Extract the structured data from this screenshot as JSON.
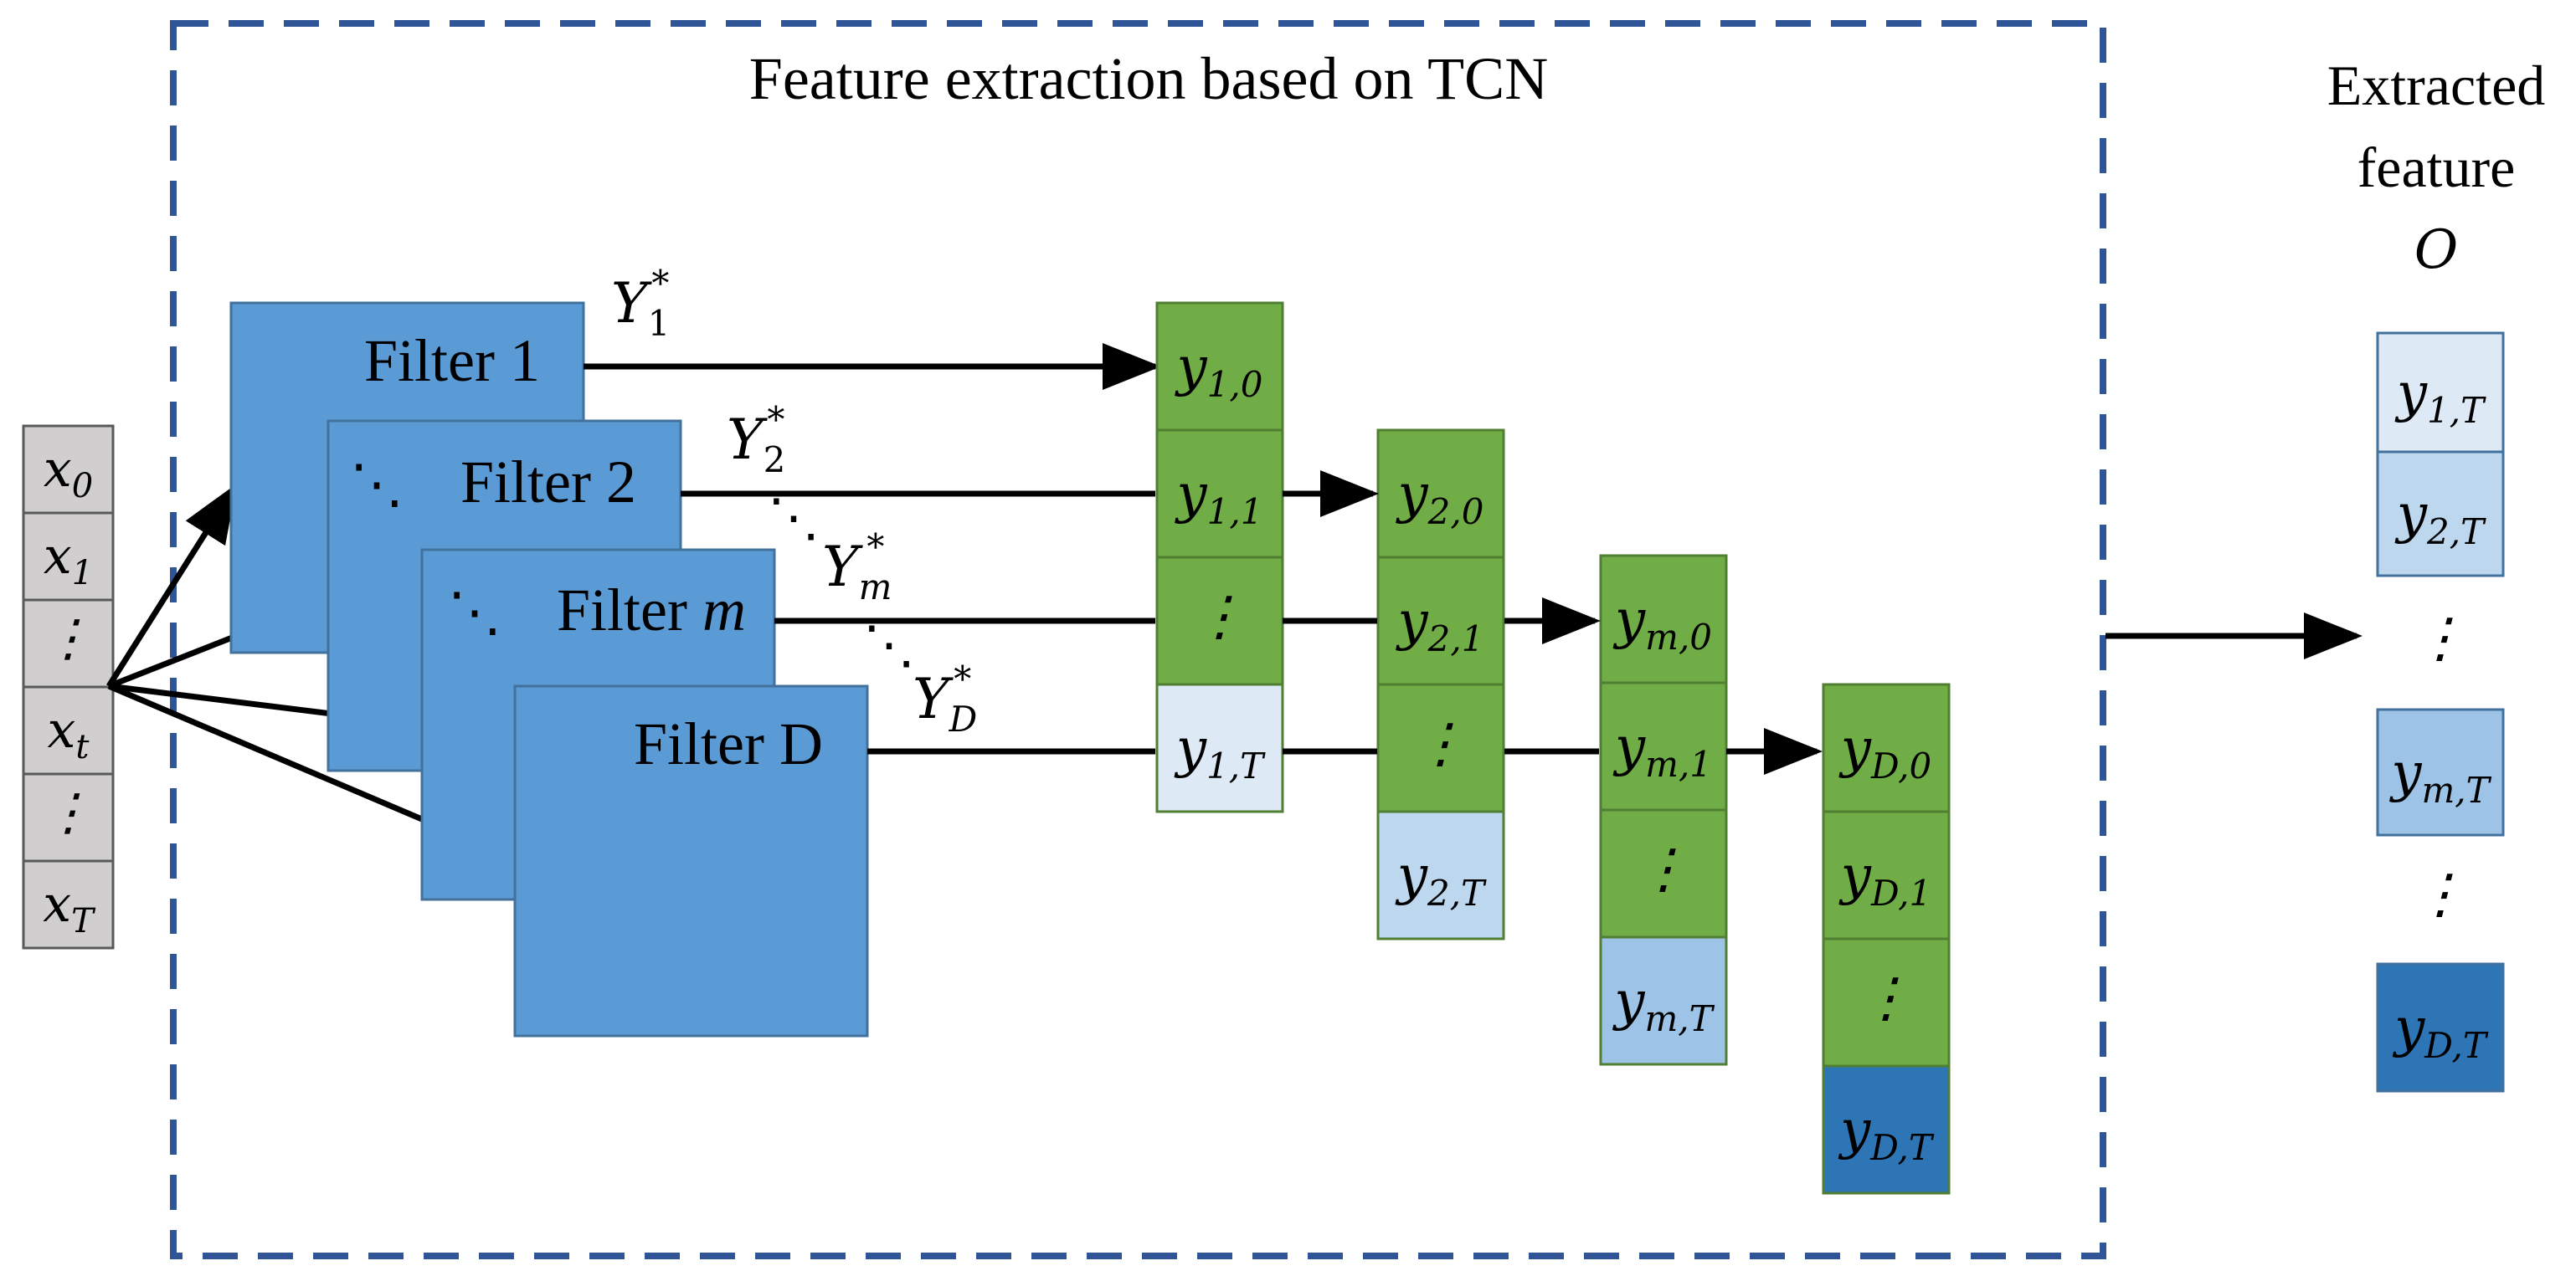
{
  "title": "Feature extraction based on TCN",
  "output": {
    "line1": "Extracted",
    "line2": "feature",
    "symbol": "O",
    "cells": [
      {
        "main": "y",
        "sub": "1,T",
        "color": "#ddeaf6"
      },
      {
        "main": "y",
        "sub": "2,T",
        "color": "#bdd7ee"
      },
      {
        "main": "⋮",
        "sub": ""
      },
      {
        "main": "y",
        "sub": "m,T",
        "color": "#9dc3e6"
      },
      {
        "main": "⋮",
        "sub": ""
      },
      {
        "main": "y",
        "sub": "D,T",
        "color": "#2e75b6"
      }
    ]
  },
  "inputs": [
    {
      "main": "x",
      "sub": "0"
    },
    {
      "main": "x",
      "sub": "1"
    },
    {
      "main": "⋮",
      "sub": ""
    },
    {
      "main": "x",
      "sub": "t"
    },
    {
      "main": "⋮",
      "sub": ""
    },
    {
      "main": "x",
      "sub": "T"
    }
  ],
  "filters": [
    {
      "label": "Filter 1",
      "out_main": "Y",
      "out_sub": "1",
      "out_sup": "*"
    },
    {
      "label": "Filter 2",
      "out_main": "Y",
      "out_sub": "2",
      "out_sup": "*"
    },
    {
      "label": "Filter",
      "label_var": "m",
      "out_main": "Y",
      "out_sub": "m",
      "out_sup": "*"
    },
    {
      "label": "Filter D",
      "out_main": "Y",
      "out_sub": "D",
      "out_sup": "*"
    }
  ],
  "dots": "⋱",
  "columns": [
    {
      "cells": [
        {
          "main": "y",
          "sub": "1,0"
        },
        {
          "main": "y",
          "sub": "1,1"
        },
        {
          "main": "⋮",
          "sub": ""
        },
        {
          "main": "y",
          "sub": "1,T"
        }
      ]
    },
    {
      "cells": [
        {
          "main": "y",
          "sub": "2,0"
        },
        {
          "main": "y",
          "sub": "2,1"
        },
        {
          "main": "⋮",
          "sub": ""
        },
        {
          "main": "y",
          "sub": "2,T"
        }
      ]
    },
    {
      "cells": [
        {
          "main": "y",
          "sub": "m,0"
        },
        {
          "main": "y",
          "sub": "m,1"
        },
        {
          "main": "⋮",
          "sub": ""
        },
        {
          "main": "y",
          "sub": "m,T"
        }
      ]
    },
    {
      "cells": [
        {
          "main": "y",
          "sub": "D,0"
        },
        {
          "main": "y",
          "sub": "D,1"
        },
        {
          "main": "⋮",
          "sub": ""
        },
        {
          "main": "y",
          "sub": "D,T"
        }
      ]
    }
  ],
  "colors": {
    "frame": "#2f5597",
    "filter_fill": "#5b9bd5",
    "filter_stroke": "#41719c",
    "green": "#70ad47",
    "green_stroke": "#507e32",
    "input_fill": "#d0cece",
    "col1_last": "#ddeaf6",
    "col2_last": "#bdd7ee",
    "col3_last": "#9dc3e6",
    "col4_last": "#2e75b6"
  }
}
